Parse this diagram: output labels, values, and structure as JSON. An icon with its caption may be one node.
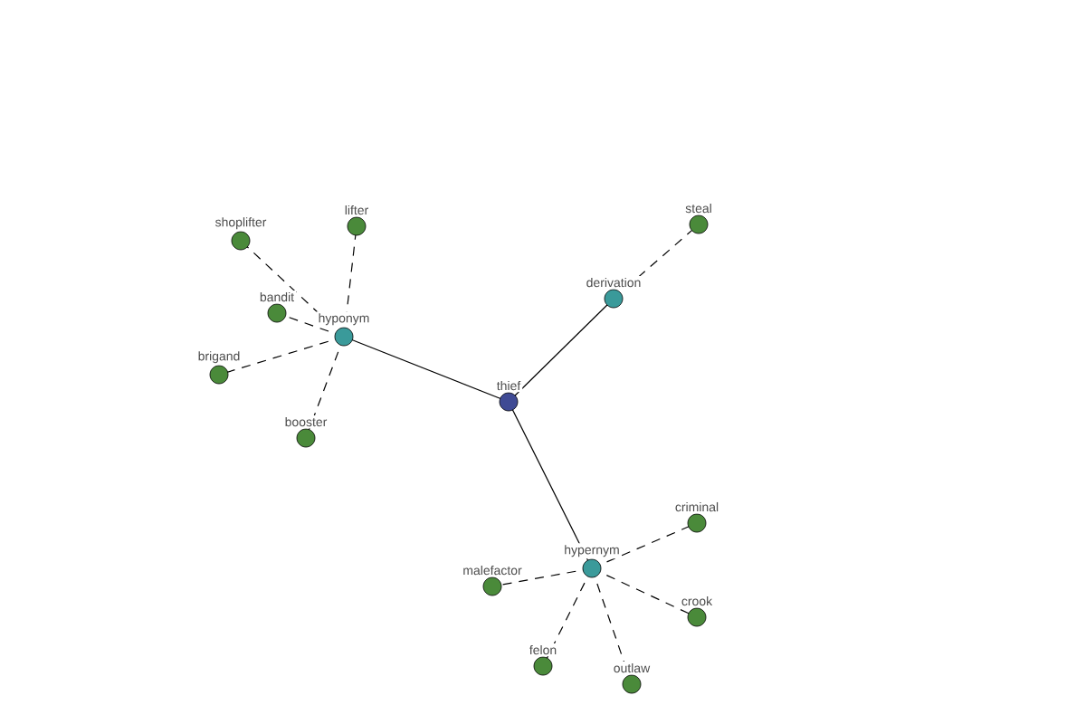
{
  "diagram": {
    "nodes": [
      {
        "text": [
          "thief"
        ]
      },
      {
        "text": [
          "hyponym"
        ]
      },
      {
        "text": [
          "derivation"
        ]
      },
      {
        "text": [
          "hypernym"
        ]
      },
      {
        "text": [
          "shoplifter"
        ]
      },
      {
        "text": [
          "lifter"
        ]
      },
      {
        "text": [
          "bandit"
        ]
      },
      {
        "text": [
          "brigand"
        ]
      },
      {
        "text": [
          "booster"
        ]
      },
      {
        "text": [
          "steal"
        ]
      },
      {
        "text": [
          "criminal"
        ]
      },
      {
        "text": [
          "malefactor"
        ]
      },
      {
        "text": [
          "crook"
        ]
      },
      {
        "text": [
          "felon"
        ]
      },
      {
        "text": [
          "outlaw"
        ]
      }
    ],
    "edges": [
      {
        "from": 0,
        "to": 1,
        "arrow": "none"
      },
      {
        "from": 0,
        "to": 2,
        "arrow": "none"
      },
      {
        "from": 0,
        "to": 3,
        "arrow": "none"
      },
      {
        "from": 1,
        "to": 4,
        "arrow": "none",
        "style": "dashed"
      },
      {
        "from": 1,
        "to": 5,
        "arrow": "none",
        "style": "dashed"
      },
      {
        "from": 1,
        "to": 6,
        "arrow": "none",
        "style": "dashed"
      },
      {
        "from": 1,
        "to": 7,
        "arrow": "none",
        "style": "dashed"
      },
      {
        "from": 1,
        "to": 8,
        "arrow": "none",
        "style": "dashed"
      },
      {
        "from": 2,
        "to": 9,
        "arrow": "none",
        "style": "dashed"
      },
      {
        "from": 3,
        "to": 10,
        "arrow": "none",
        "style": "dashed"
      },
      {
        "from": 3,
        "to": 11,
        "arrow": "none",
        "style": "dashed"
      },
      {
        "from": 3,
        "to": 12,
        "arrow": "none",
        "style": "dashed"
      },
      {
        "from": 3,
        "to": 13,
        "arrow": "none",
        "style": "dashed"
      },
      {
        "from": 3,
        "to": 14,
        "arrow": "none",
        "style": "dashed"
      }
    ]
  }
}
